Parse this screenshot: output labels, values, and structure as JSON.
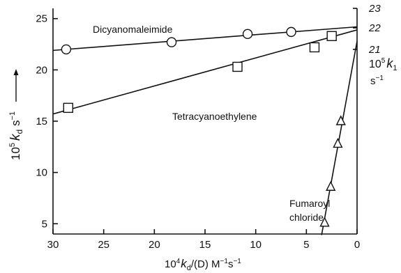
{
  "chart_data": {
    "type": "scatter",
    "title": "",
    "xlabel": {
      "pre": "10",
      "exp": "4",
      "var": "k",
      "sub": "d",
      "post": "/(D)   M",
      "unit_exp1": "−1",
      "unit_s": "s",
      "unit_exp2": "−1"
    },
    "ylabel": {
      "pre": "10",
      "exp": "5",
      "var": "k",
      "sub": "d",
      "post": " s",
      "unit_exp": "−1"
    },
    "y2label": {
      "pre": "10",
      "exp": "5",
      "var": "k",
      "sub": "1",
      "unit_s": "s",
      "unit_exp": "−1"
    },
    "xlim": [
      30,
      0
    ],
    "ylim": [
      4,
      26
    ],
    "xticks": [
      "30",
      "25",
      "20",
      "15",
      "10",
      "5",
      "0"
    ],
    "yticks": [
      "5",
      "10",
      "15",
      "20",
      "25"
    ],
    "right_labels": [
      {
        "text": "23",
        "y": 26
      },
      {
        "text": "22",
        "y": 24.1
      },
      {
        "text": "21",
        "y": 22
      }
    ],
    "series": [
      {
        "name": "Dicyanomaleimide",
        "marker": "circle",
        "points": [
          [
            28.7,
            22.0
          ],
          [
            18.3,
            22.7
          ],
          [
            10.8,
            23.5
          ],
          [
            6.5,
            23.7
          ]
        ],
        "fit": [
          [
            30,
            21.9
          ],
          [
            0,
            24.2
          ]
        ]
      },
      {
        "name": "Tetracyanoethylene",
        "marker": "square",
        "points": [
          [
            28.5,
            16.3
          ],
          [
            11.8,
            20.3
          ],
          [
            4.2,
            22.2
          ],
          [
            2.5,
            23.3
          ]
        ],
        "fit": [
          [
            30,
            15.7
          ],
          [
            0,
            23.9
          ]
        ]
      },
      {
        "name": "Fumaroyl\nchloride",
        "marker": "triangle",
        "points": [
          [
            3.2,
            5.1
          ],
          [
            2.6,
            8.6
          ],
          [
            1.9,
            12.8
          ],
          [
            1.6,
            15.0
          ]
        ],
        "fit": [
          [
            3.5,
            3.9
          ],
          [
            0,
            22.8
          ]
        ]
      }
    ]
  }
}
